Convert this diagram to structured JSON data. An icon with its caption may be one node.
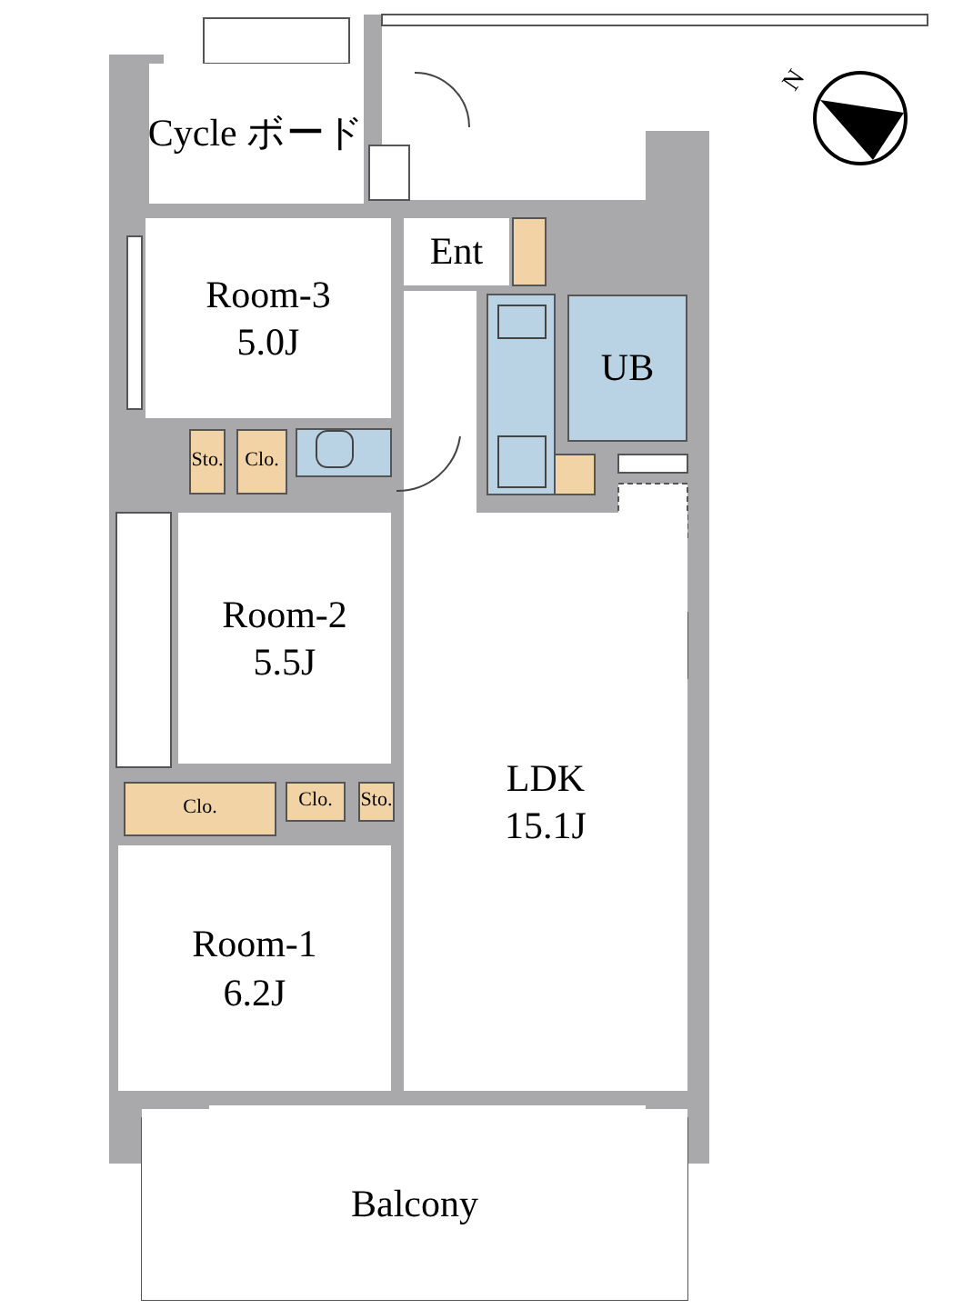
{
  "diagram": {
    "nodes": [
      {
        "text": [
          "Cycle ボード"
        ]
      },
      {
        "text": [
          "Room-3",
          "5.0J"
        ]
      },
      {
        "text": [
          "Ent"
        ]
      },
      {
        "text": [
          "UB"
        ]
      },
      {
        "text": [
          "Sto."
        ]
      },
      {
        "text": [
          "Clo."
        ]
      },
      {
        "text": [
          "Room-2",
          "5.5J"
        ]
      },
      {
        "text": [
          "Clo."
        ]
      },
      {
        "text": [
          "Clo."
        ]
      },
      {
        "text": [
          "Sto."
        ]
      },
      {
        "text": [
          "LDK",
          "15.1J"
        ]
      },
      {
        "text": [
          "Room-1",
          "6.2J"
        ]
      },
      {
        "text": [
          "Balcony"
        ]
      }
    ],
    "labels": [
      "N"
    ]
  }
}
